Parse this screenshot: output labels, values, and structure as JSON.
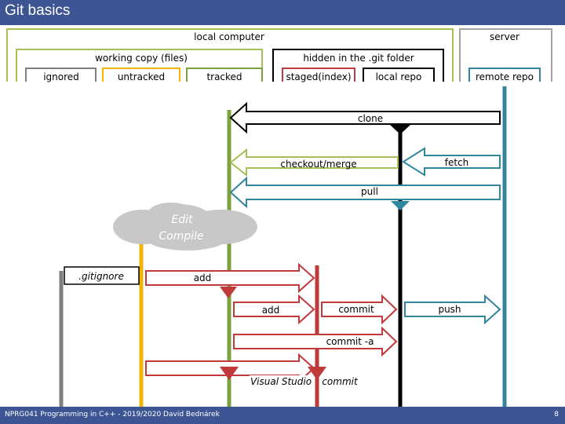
{
  "slide": {
    "title": "Git basics",
    "footer": "NPRG041 Programming in C++ - 2019/2020 David Bednárek",
    "page_number": "8"
  },
  "groups": {
    "local_computer": "local computer",
    "server": "server",
    "working_copy": "working copy (files)",
    "hidden_git": "hidden in the .git folder"
  },
  "columns": {
    "ignored": "ignored",
    "untracked": "untracked",
    "tracked": "tracked",
    "staged": "staged(index)",
    "local_repo": "local repo",
    "remote_repo": "remote repo"
  },
  "operations": {
    "clone": "clone",
    "checkout_merge": "checkout/merge",
    "fetch": "fetch",
    "pull": "pull",
    "edit_compile": [
      "Edit",
      "Compile"
    ],
    "gitignore": ".gitignore",
    "add_top": "add",
    "add_bottom": "add",
    "commit": "commit",
    "push": "push",
    "commit_a": "commit -a",
    "visual_studio": "Visual Studio",
    "vs_commit": "commit"
  },
  "colors": {
    "title_bar": "#3d5592",
    "ignored": "#7f7f7f",
    "untracked": "#f0b400",
    "tracked": "#7ba23c",
    "staged": "#c0393b",
    "local_repo": "#000000",
    "remote_repo": "#31859c"
  }
}
